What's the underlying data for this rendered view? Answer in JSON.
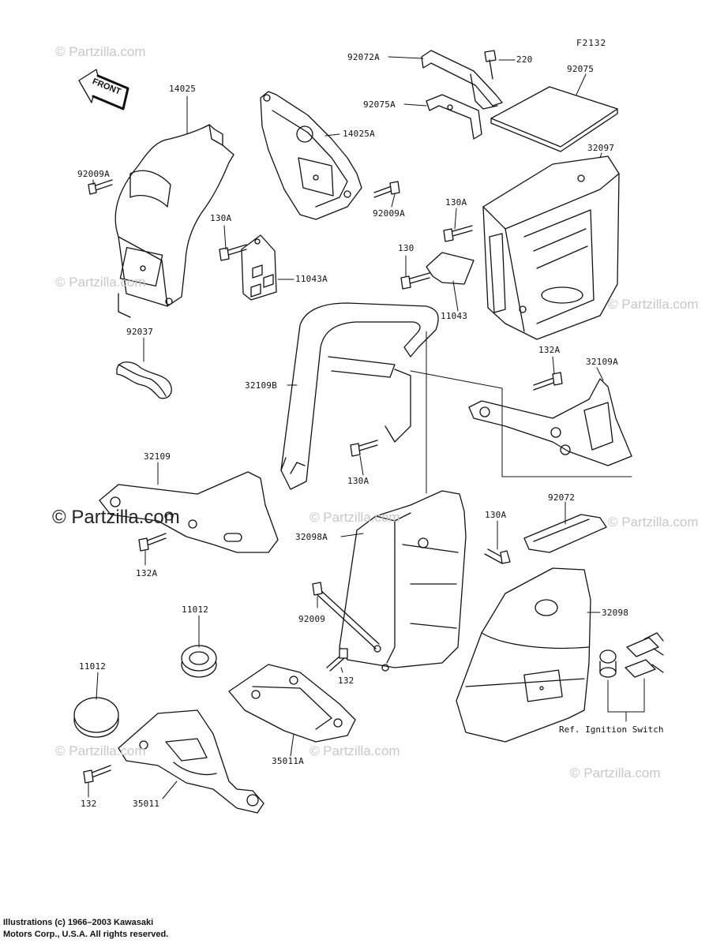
{
  "diagram_code": "F2132",
  "front_badge": "FRONT",
  "labels": {
    "l14025": "14025",
    "l92009A_left": "92009A",
    "l92037": "92037",
    "l14025A": "14025A",
    "l92009A_mid": "92009A",
    "l130A_left": "130A",
    "l11043A": "11043A",
    "l92072A": "92072A",
    "l92075A": "92075A",
    "l220": "220",
    "l92075": "92075",
    "l32097": "32097",
    "l130A_bat": "130A",
    "l130": "130",
    "l11043": "11043",
    "l32109B": "32109B",
    "l130A_mid": "130A",
    "l132A_right": "132A",
    "l32109A": "32109A",
    "l32109": "32109",
    "l132A_left": "132A",
    "l32098A": "32098A",
    "l130A_trunk": "130A",
    "l92072": "92072",
    "l92009": "92009",
    "l32098": "32098",
    "l11012_a": "11012",
    "l11012_b": "11012",
    "l132_mid": "132",
    "l35011A": "35011A",
    "l132_bottom": "132",
    "l35011": "35011"
  },
  "ref_text": "Ref. Ignition Switch",
  "watermark": {
    "text": "© Partzilla.com",
    "big": "© Partzilla.com"
  },
  "copyright": {
    "line1": "Illustrations (c) 1966–2003 Kawasaki",
    "line2": "Motors Corp., U.S.A.  All rights reserved."
  }
}
